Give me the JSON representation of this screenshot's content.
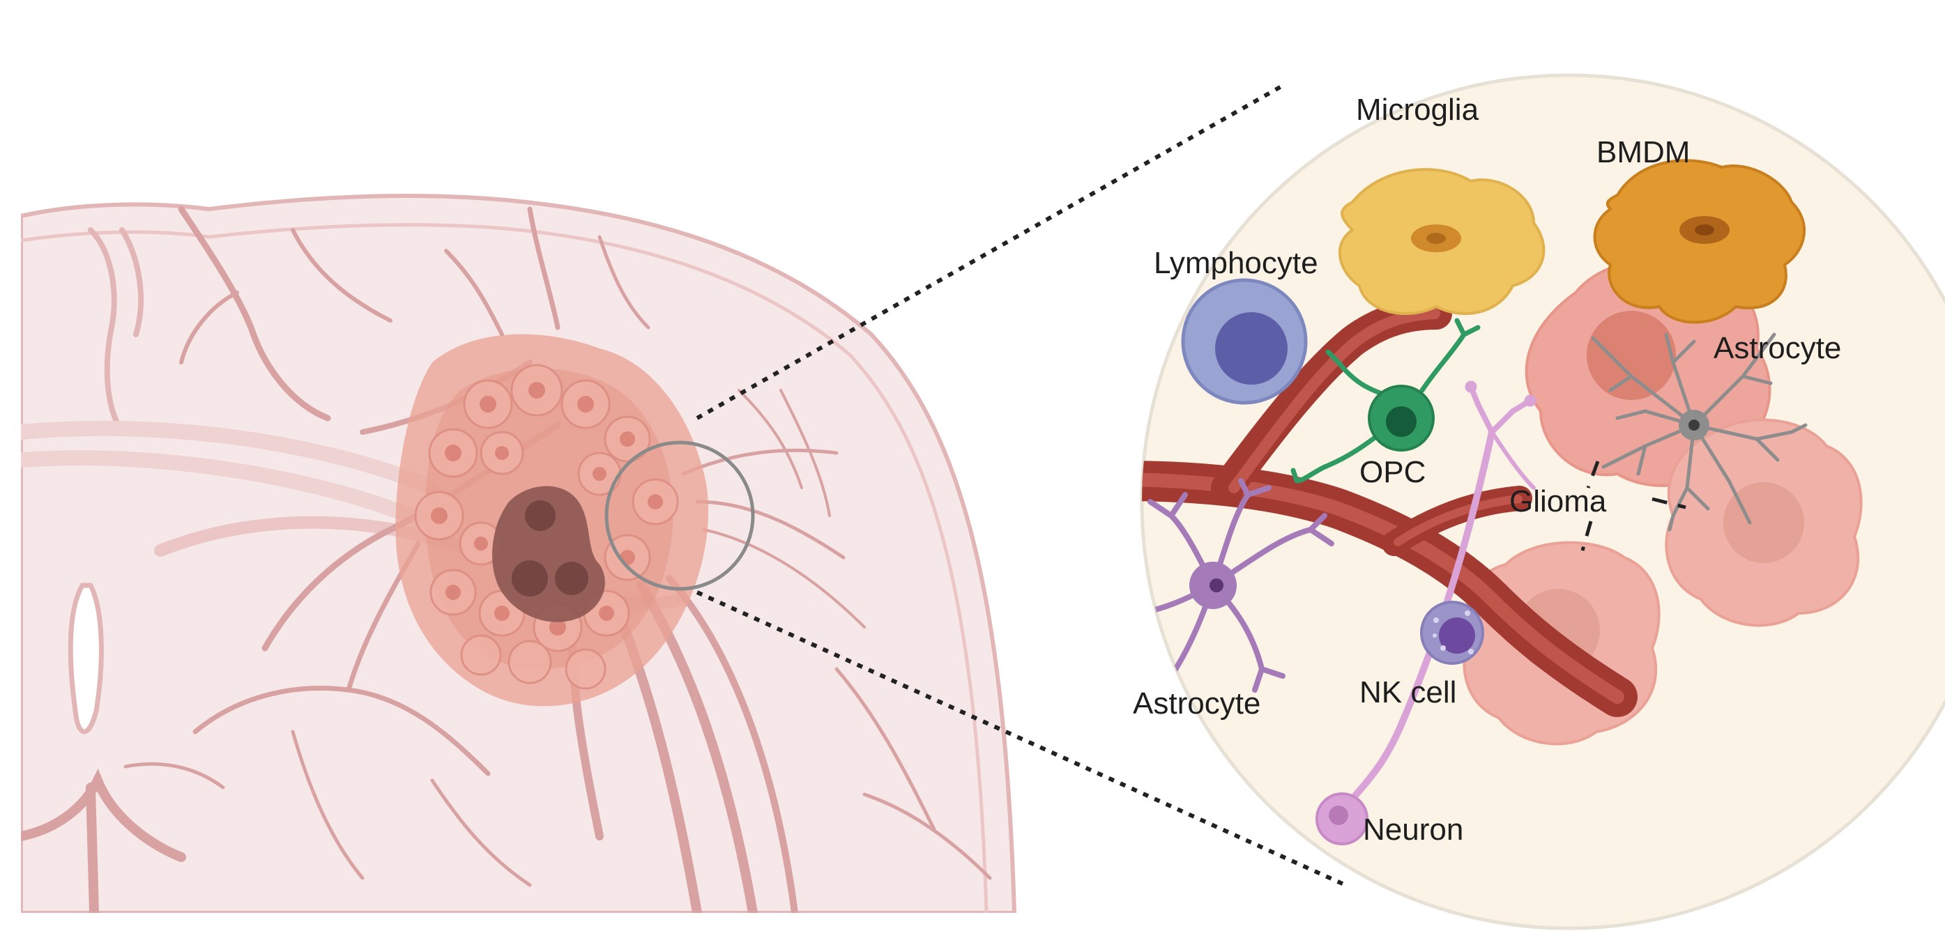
{
  "labels": {
    "microglia": "Microglia",
    "bmdm": "BMDM",
    "lymphocyte": "Lymphocyte",
    "astrocyte_right": "Astrocyte",
    "opc": "OPC",
    "glioma": "Glioma",
    "astrocyte_left": "Astrocyte",
    "nk_cell": "NK cell",
    "neuron": "Neuron"
  },
  "colors": {
    "brain_fill": "#f6e8e8",
    "brain_outline": "#e2b6b6",
    "vessel_light": "#d9a2a2",
    "tumor": "#e9a193",
    "tumor_core": "#8d5752",
    "zoom_circle": "#fbf3e6",
    "blood_vessel": "#a33a32",
    "microglia": "#efc562",
    "bmdm": "#e0982f",
    "lymphocyte": "#9aa4d2",
    "opc": "#2f9a62",
    "astrocyte_left": "#a57ab8",
    "astrocyte_right": "#8d8d8d",
    "glioma": "#eea59b",
    "nk_cell": "#9b94c8",
    "neuron": "#d9a3d8"
  }
}
